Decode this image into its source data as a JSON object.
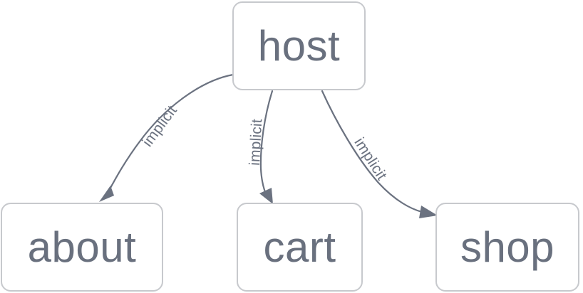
{
  "diagram": {
    "type": "directed-graph",
    "background_color": "#ffffff",
    "node_border_color": "#c7c9cd",
    "node_fill_color": "#ffffff",
    "node_text_color": "#69707e",
    "edge_color": "#6b7280",
    "nodes": [
      {
        "id": "host",
        "label": "host"
      },
      {
        "id": "about",
        "label": "about"
      },
      {
        "id": "cart",
        "label": "cart"
      },
      {
        "id": "shop",
        "label": "shop"
      }
    ],
    "edges": [
      {
        "from": "host",
        "to": "about",
        "label": "implicit"
      },
      {
        "from": "host",
        "to": "cart",
        "label": "implicit"
      },
      {
        "from": "host",
        "to": "shop",
        "label": "implicit"
      }
    ]
  }
}
